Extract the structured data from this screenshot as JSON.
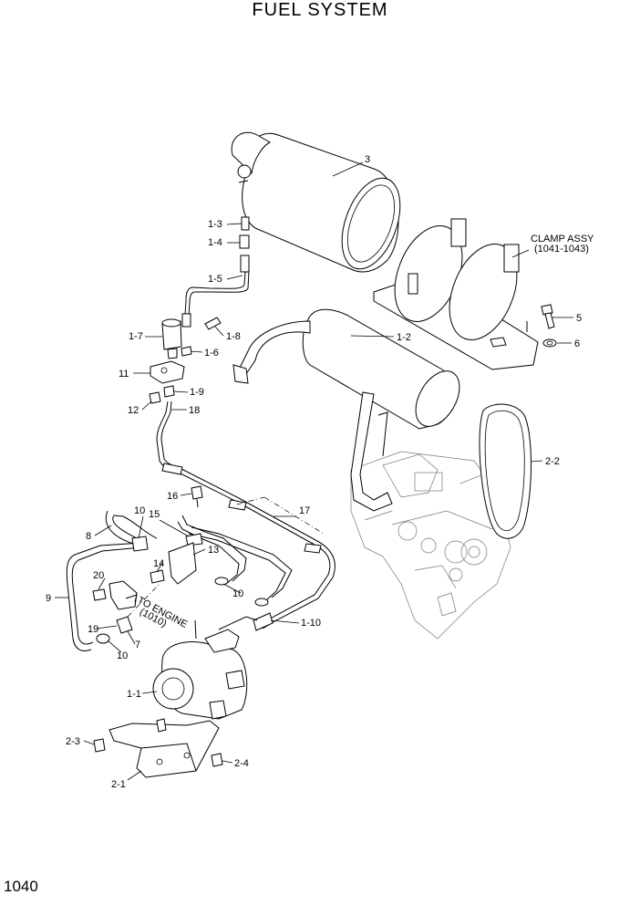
{
  "title": "FUEL SYSTEM",
  "page_number": "1040",
  "callouts": {
    "c3": "3",
    "c1_3": "1-3",
    "c1_4": "1-4",
    "c1_5": "1-5",
    "c1_7": "1-7",
    "c1_8": "1-8",
    "c1_6": "1-6",
    "c11": "11",
    "c1_9": "1-9",
    "c12": "12",
    "c18": "18",
    "c16": "16",
    "c17": "17",
    "c10a": "10",
    "c15": "15",
    "c8": "8",
    "c13": "13",
    "c14": "14",
    "c20": "20",
    "c9": "9",
    "c10b": "10",
    "c1_10": "1-10",
    "c19": "19",
    "c7": "7",
    "c10c": "10",
    "c1_1": "1-1",
    "c2_3": "2-3",
    "c2_4": "2-4",
    "c2_1": "2-1",
    "c1_2": "1-2",
    "c2_2": "2-2",
    "c5": "5",
    "c6": "6"
  },
  "notes": {
    "clamp_assy_line1": "CLAMP ASSY",
    "clamp_assy_line2": "(1041-1043)",
    "to_engine_line1": "TO ENGINE",
    "to_engine_line2": "(1010)"
  }
}
